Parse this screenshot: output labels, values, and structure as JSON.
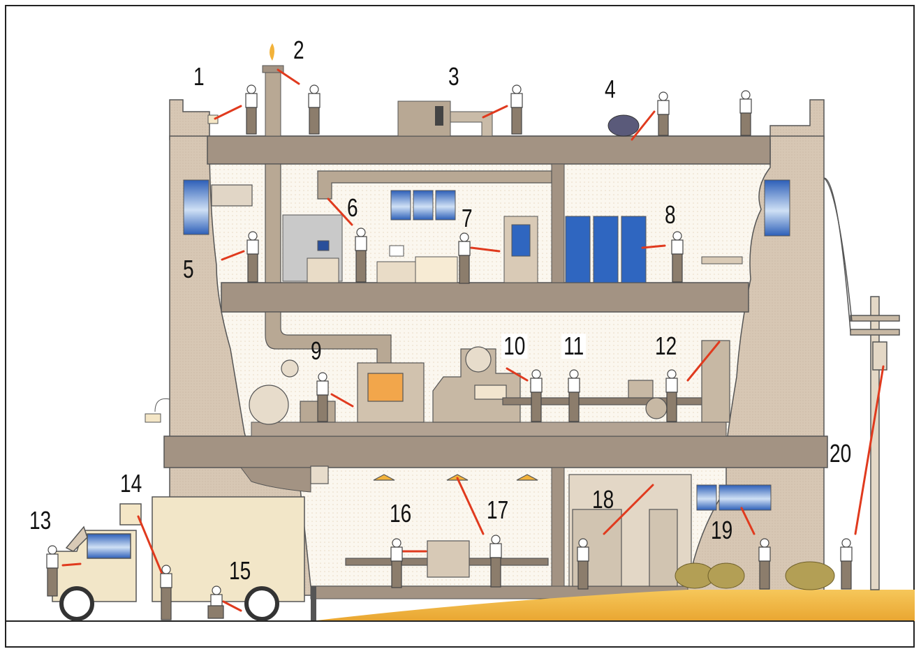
{
  "colors": {
    "wall": "#d7c7b4",
    "wall_dark": "#bfae99",
    "slab": "#a1907f",
    "interior": "#fbf7ef",
    "window": "#3a6fc2",
    "pointer": "#e03a1e",
    "ground": "#f1b33c",
    "person_shirt": "#ffffff",
    "person_pants": "#8c7d6c",
    "shrub": "#b8a25a",
    "frame": "#222222"
  },
  "diagram": {
    "callouts": [
      {
        "id": "1",
        "text": "1"
      },
      {
        "id": "2",
        "text": "2"
      },
      {
        "id": "3",
        "text": "3"
      },
      {
        "id": "4",
        "text": "4"
      },
      {
        "id": "5",
        "text": "5"
      },
      {
        "id": "6",
        "text": "6"
      },
      {
        "id": "7",
        "text": "7"
      },
      {
        "id": "8",
        "text": "8"
      },
      {
        "id": "9",
        "text": "9"
      },
      {
        "id": "10",
        "text": "10"
      },
      {
        "id": "11",
        "text": "11"
      },
      {
        "id": "12",
        "text": "12"
      },
      {
        "id": "13",
        "text": "13"
      },
      {
        "id": "14",
        "text": "14"
      },
      {
        "id": "15",
        "text": "15"
      },
      {
        "id": "16",
        "text": "16"
      },
      {
        "id": "17",
        "text": "17"
      },
      {
        "id": "18",
        "text": "18"
      },
      {
        "id": "19",
        "text": "19"
      },
      {
        "id": "20",
        "text": "20"
      }
    ]
  }
}
